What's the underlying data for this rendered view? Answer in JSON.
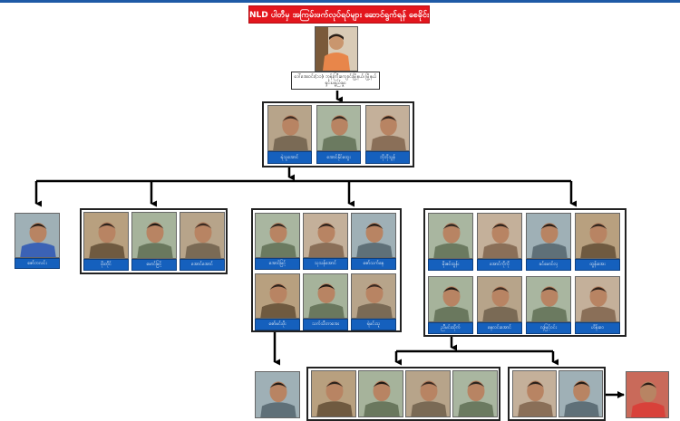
{
  "header": {
    "title": "NLD ပါတီမှ အကြမ်းဖက်လုပ်ရပ်များ ဆောင်ရွက်ရန် စေခိုင်းသူ",
    "accent": "#e3161d",
    "bar_color": "#1f5aa6",
    "label_color": "#1560bd"
  },
  "leader": {
    "caption": "ဒေါ်အေးဝင်း(၁၁)၊ ဘုန်းကြီးကျောင်းမြို့နယ်၊ မြို့နယ်ရှင်းပစ္စည်းမှူး"
  },
  "top_group": {
    "members": [
      "ရဲသူအောင်",
      "အောင်နိုင်ထွေး",
      "ဘိုဘိုသွန်"
    ]
  },
  "branch_solo": {
    "members": [
      "ဇော်ဘလင်း"
    ]
  },
  "branch_a": {
    "members": [
      "ဖိုးတိုင်",
      "မောင်မြင့်",
      "အောင်အောင်"
    ]
  },
  "branch_b": {
    "members": [
      "အောင်မြင့်",
      "သုသန်အောင်",
      "ဇော်သက်နေ",
      "ဇော်မင်းဖိုး",
      "သက်သီတာအေး",
      "ရဲမင်းသူ"
    ]
  },
  "branch_c": {
    "members": [
      "မိုးဇင်ထွန်း",
      "အောင်ကိုကို",
      "ခင်မောင်လှ",
      "ထွန်းအေး",
      "ညီမင်းထိုက်",
      "နေလင်းအောင်",
      "လှမြင့်ဝင်း",
      "ဟိန်းဝေ"
    ]
  }
}
